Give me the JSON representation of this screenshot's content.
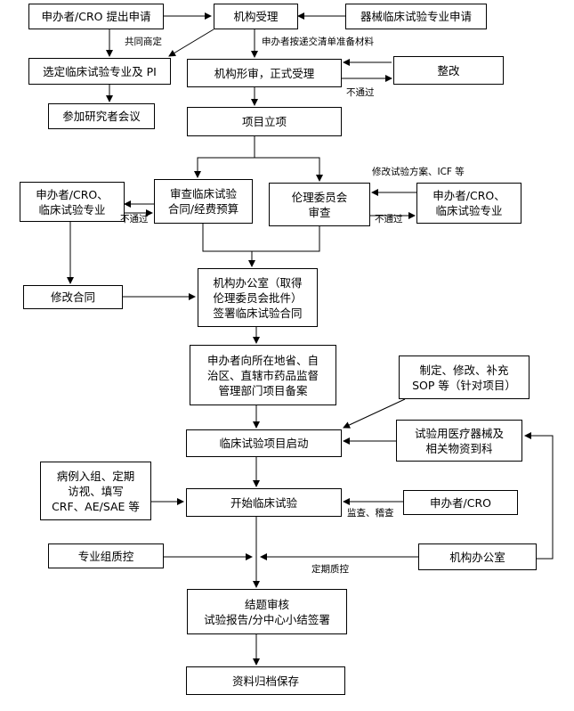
{
  "nodes": {
    "sponsor_apply": "申办者/CRO 提出申请",
    "institution_accept": "机构受理",
    "device_specialty_apply": "器械临床试验专业申请",
    "select_specialty_pi": "选定临床试验专业及 PI",
    "investigator_meeting": "参加研究者会议",
    "formal_review": "机构形审，正式受理",
    "rectify": "整改",
    "project_approval": "项目立项",
    "sponsor_cro_left": "申办者/CRO、\n临床试验专业",
    "review_contract": "审查临床试验\n合同/经费预算",
    "ethics_review": "伦理委员会\n审查",
    "sponsor_cro_right": "申办者/CRO、\n临床试验专业",
    "revise_contract": "修改合同",
    "office_sign": "机构办公室（取得\n伦理委员会批件）\n签署临床试验合同",
    "filing": "申办者向所在地省、自\n治区、直辖市药品监督\n管理部门项目备案",
    "sop": "制定、修改、补充\nSOP 等（针对项目）",
    "trial_start": "临床试验项目启动",
    "device_materials": "试验用医疗器械及\n相关物资到科",
    "case_enrollment": "病例入组、定期\n访视、填写\nCRF、AE/SAE 等",
    "begin_trial": "开始临床试验",
    "sponsor_cro_monitor": "申办者/CRO",
    "specialty_qc": "专业组质控",
    "office_qc": "机构办公室",
    "closing_review": "结题审核\n试验报告/分中心小结签署",
    "archive": "资料归档保存"
  },
  "labels": {
    "joint_decision": "共同商定",
    "submit_materials": "申办者按递交清单准备材料",
    "failed_formal": "不通过",
    "revise_protocol": "修改试验方案、ICF 等",
    "failed_contract": "不通过",
    "failed_ethics": "不通过",
    "monitor_audit": "监查、稽查",
    "periodic_qc": "定期质控"
  }
}
